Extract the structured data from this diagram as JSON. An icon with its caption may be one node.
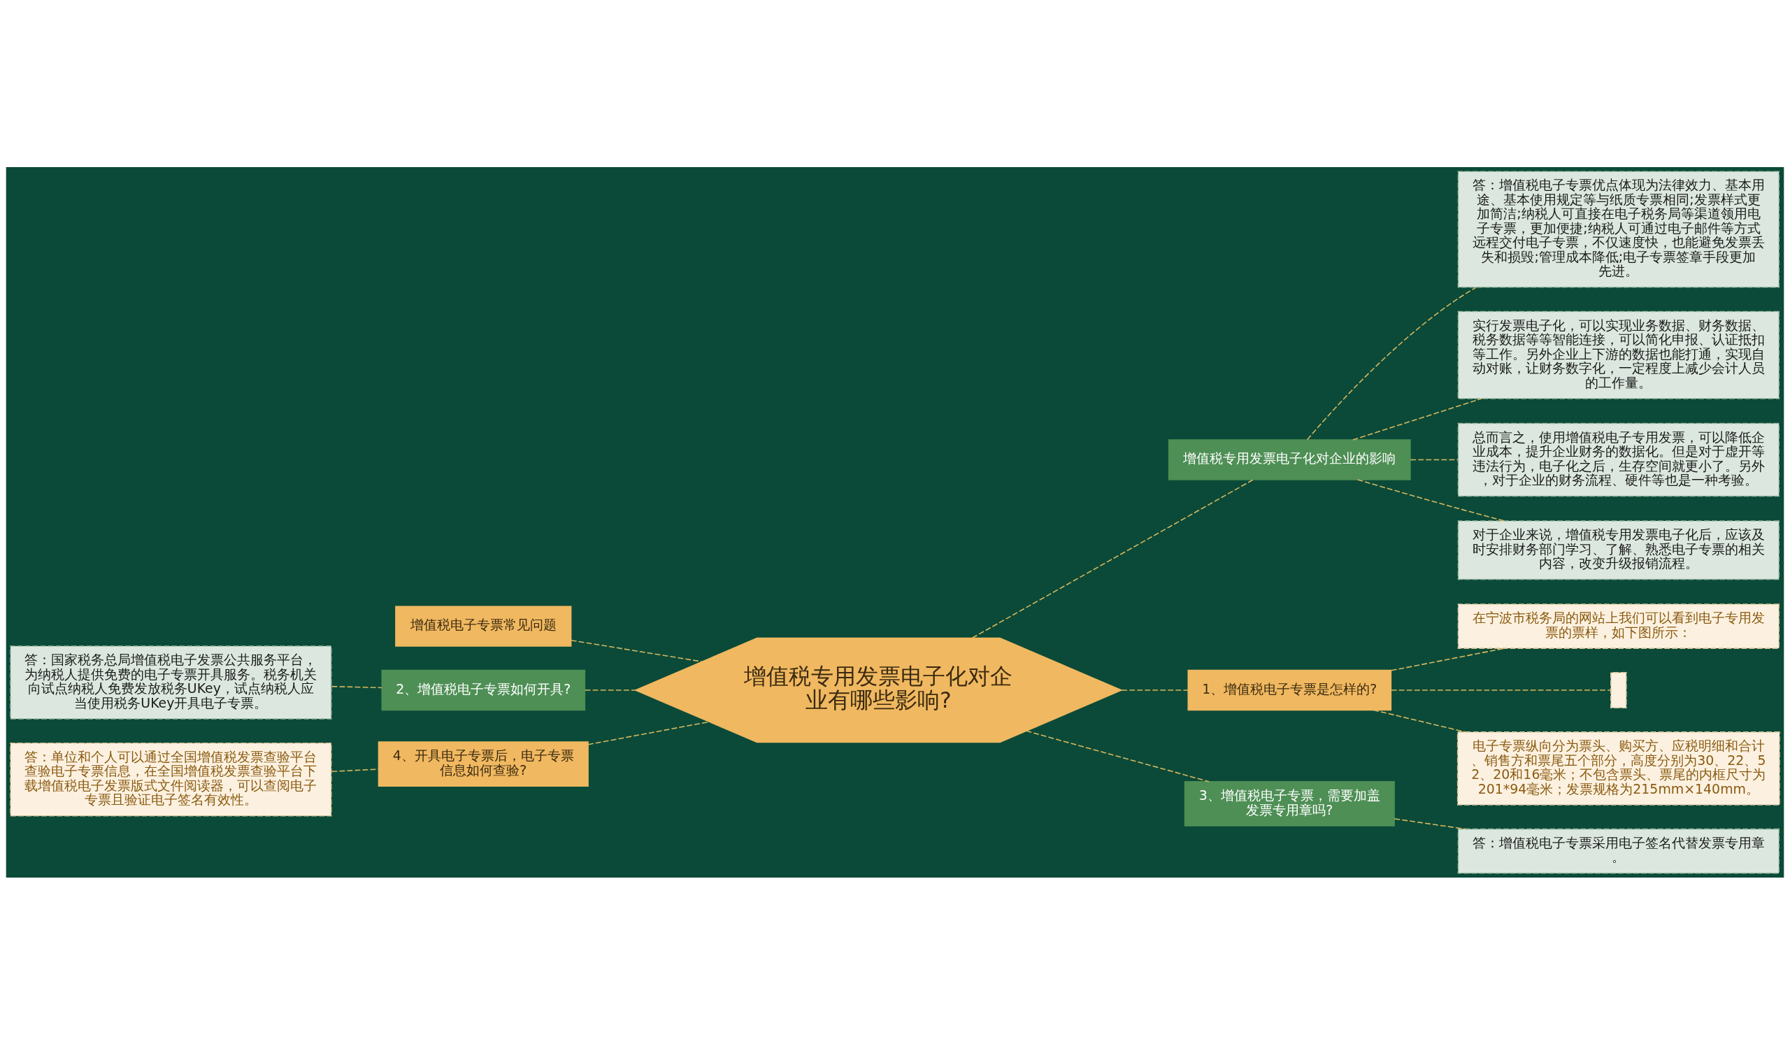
{
  "diagram": {
    "nodes": [
      {
        "text": [
          "增值税专用发票电子化对企业有哪些影响?"
        ]
      },
      {
        "text": [
          "增值税电子专票常见问题"
        ]
      },
      {
        "text": [
          "2、增值税电子专票如何开具?"
        ]
      },
      {
        "text": [
          "答：国家税务总局增值税电子发票公共服务平台，为纳税人提供免费的电子专票开具服务。税务机关向试点纳税人免费发放税务UKey，试点纳税人应当使用税务UKey开具电子专票。"
        ]
      },
      {
        "text": [
          "4、开具电子专票后，电子专票信息如何查验?"
        ]
      },
      {
        "text": [
          "答：单位和个人可以通过全国增值税发票查验平台查验电子专票信息，在全国增值税发票查验平台下载增值税电子发票版式文件阅读器，可以查阅电子专票且验证电子签名有效性。"
        ]
      },
      {
        "text": [
          "增值税专用发票电子化对企业的影响"
        ]
      },
      {
        "text": [
          "答：增值税电子专票优点体现为法律效力、基本用途、基本使用规定等与纸质专票相同;发票样式更加简洁;纳税人可直接在电子税务局等渠道领用电子专票，更加便捷;纳税人可通过电子邮件等方式远程交付电子专票，不仅速度快，也能避免发票丢失和损毁;管理成本降低;电子专票签章手段更加先进。"
        ]
      },
      {
        "text": [
          "实行发票电子化，可以实现业务数据、财务数据、税务数据等等智能连接，可以简化申报、认证抵扣等工作。另外企业上下游的数据也能打通，实现自动对账，让财务数字化，一定程度上减少会计人员的工作量。"
        ]
      },
      {
        "text": [
          "总而言之，使用增值税电子专用发票，可以降低企业成本，提升企业财务的数据化。但是对于虚开等违法行为，电子化之后，生存空间就更小了。另外，对于企业的财务流程、硬件等也是一种考验。"
        ]
      },
      {
        "text": [
          "对于企业来说，增值税专用发票电子化后，应该及时安排财务部门学习、了解、熟悉电子专票的相关内容，改变升级报销流程。"
        ]
      },
      {
        "text": [
          "1、增值税电子专票是怎样的?"
        ]
      },
      {
        "text": [
          "在宁波市税务局的网站上我们可以看到电子专用发票的票样，如下图所示："
        ]
      },
      {
        "text": [],
        "shape": "box"
      },
      {
        "text": [
          "电子专票纵向分为票头、购买方、应税明细和合计、销售方和票尾五个部分，高度分别为30、22、52、20和16毫米；不包含票头、票尾的内框尺寸为201*94毫米；发票规格为215mm×140mm。"
        ]
      },
      {
        "text": [
          "3、增值税电子专票，需要加盖发票专用章吗?"
        ]
      },
      {
        "text": [
          "答：增值税电子专票采用电子签名代替发票专用章。"
        ]
      }
    ],
    "edges": [
      {
        "from": 0,
        "to": 1,
        "arrow": "none",
        "style": "dashed"
      },
      {
        "from": 0,
        "to": 2,
        "arrow": "none",
        "style": "dashed"
      },
      {
        "from": 2,
        "to": 3,
        "arrow": "none",
        "style": "dashed"
      },
      {
        "from": 0,
        "to": 4,
        "arrow": "none",
        "style": "dashed"
      },
      {
        "from": 4,
        "to": 5,
        "arrow": "none",
        "style": "dashed"
      },
      {
        "from": 0,
        "to": 6,
        "arrow": "none",
        "style": "dashed"
      },
      {
        "from": 6,
        "to": 7,
        "arrow": "none",
        "style": "dashed"
      },
      {
        "from": 6,
        "to": 8,
        "arrow": "none",
        "style": "dashed"
      },
      {
        "from": 6,
        "to": 9,
        "arrow": "none",
        "style": "dashed"
      },
      {
        "from": 6,
        "to": 10,
        "arrow": "none",
        "style": "dashed"
      },
      {
        "from": 0,
        "to": 11,
        "arrow": "none",
        "style": "dashed"
      },
      {
        "from": 11,
        "to": 12,
        "arrow": "none",
        "style": "dashed"
      },
      {
        "from": 11,
        "to": 13,
        "arrow": "none",
        "style": "dashed"
      },
      {
        "from": 11,
        "to": 14,
        "arrow": "none",
        "style": "dashed"
      },
      {
        "from": 0,
        "to": 15,
        "arrow": "none",
        "style": "dashed"
      },
      {
        "from": 15,
        "to": 16,
        "arrow": "none",
        "style": "dashed"
      }
    ]
  }
}
